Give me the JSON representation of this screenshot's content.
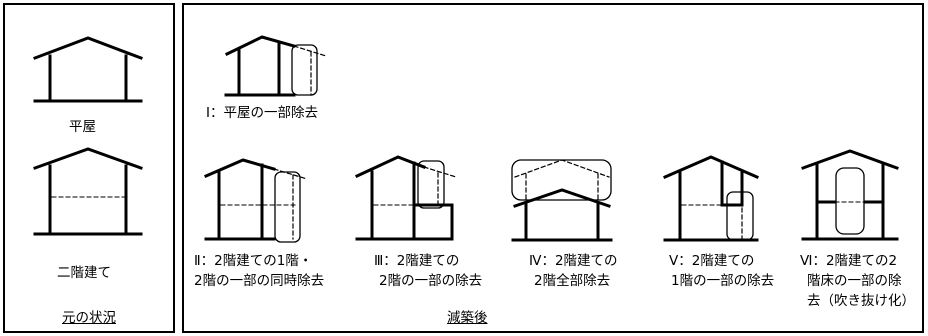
{
  "original": {
    "one_story": "平屋",
    "two_story": "二階建て",
    "caption": "元の状況"
  },
  "after": {
    "caption": "減築後",
    "case_1": "Ⅰ：平屋の一部除去",
    "case_2": [
      "Ⅱ：2階建ての1階・",
      "2階の一部の同時除去"
    ],
    "case_3": [
      "Ⅲ：2階建ての",
      "2階の一部の除去"
    ],
    "case_4": [
      "Ⅳ：2階建ての",
      "2階全部除去"
    ],
    "case_5": [
      "Ⅴ：2階建ての",
      "1階の一部の除去"
    ],
    "case_6": [
      "Ⅵ：2階建ての2",
      "階床の一部の除",
      "去（吹き抜け化）"
    ]
  }
}
